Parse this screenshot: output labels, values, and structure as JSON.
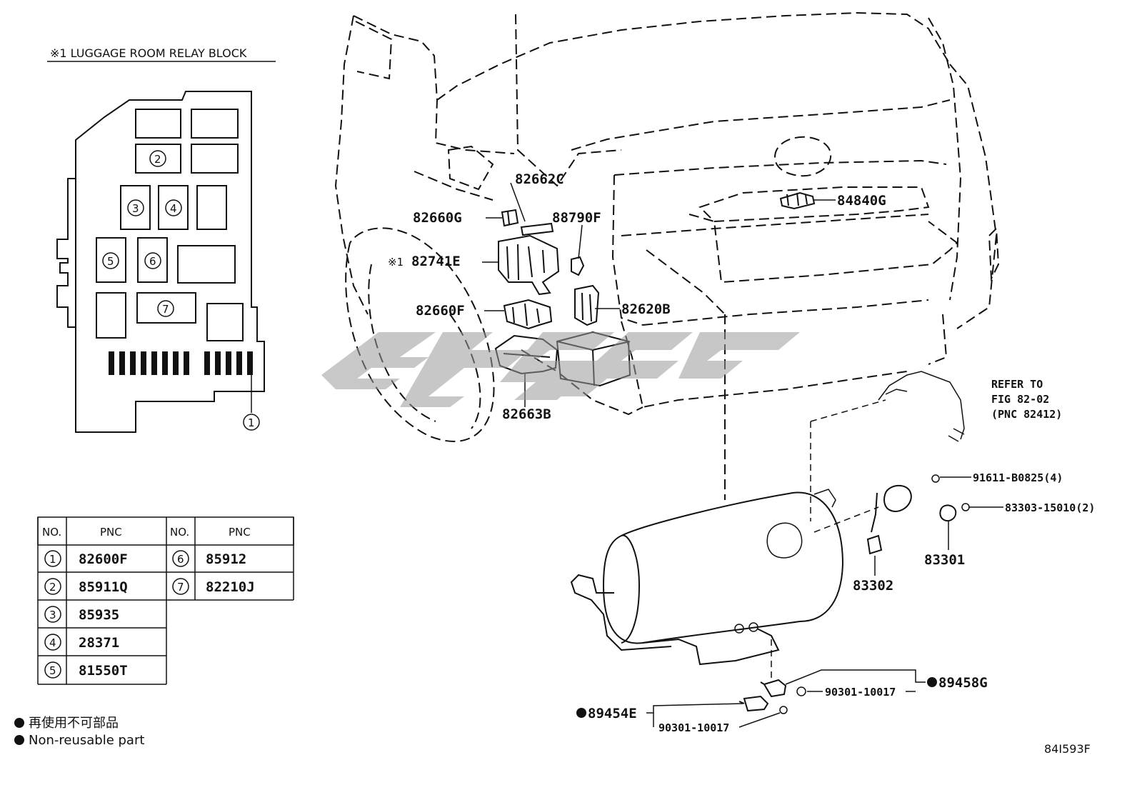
{
  "relay_block": {
    "title": "※1 LUGGAGE ROOM RELAY BLOCK",
    "positions": [
      "1",
      "2",
      "3",
      "4",
      "5",
      "6",
      "7"
    ]
  },
  "table": {
    "headers": [
      "NO.",
      "PNC",
      "NO.",
      "PNC"
    ],
    "rows": [
      {
        "no": "1",
        "pnc": "82600F"
      },
      {
        "no": "2",
        "pnc": "85911Q"
      },
      {
        "no": "3",
        "pnc": "85935"
      },
      {
        "no": "4",
        "pnc": "28371"
      },
      {
        "no": "5",
        "pnc": "81550T"
      },
      {
        "no": "6",
        "pnc": "85912"
      },
      {
        "no": "7",
        "pnc": "82210J"
      }
    ]
  },
  "callouts": {
    "c82662C": "82662C",
    "c82660G": "82660G",
    "c88790F": "88790F",
    "c82741E": "82741E",
    "c82741E_mark": "※1",
    "c82660F": "82660F",
    "c82620B": "82620B",
    "c82663B": "82663B",
    "c84840G": "84840G",
    "c91611": "91611-B0825(4)",
    "c83303": "83303-15010(2)",
    "c83301": "83301",
    "c83302": "83302",
    "c89458G": "89458G",
    "c90301a": "90301-10017",
    "c89454E": "89454E",
    "c90301b": "90301-10017"
  },
  "refer": {
    "line1": "REFER TO",
    "line2": "FIG 82-02",
    "line3": "(PNC 82412)"
  },
  "legend": {
    "jp": "再使用不可部品",
    "en": "Non-reusable part"
  },
  "figure_id": "84I593F"
}
